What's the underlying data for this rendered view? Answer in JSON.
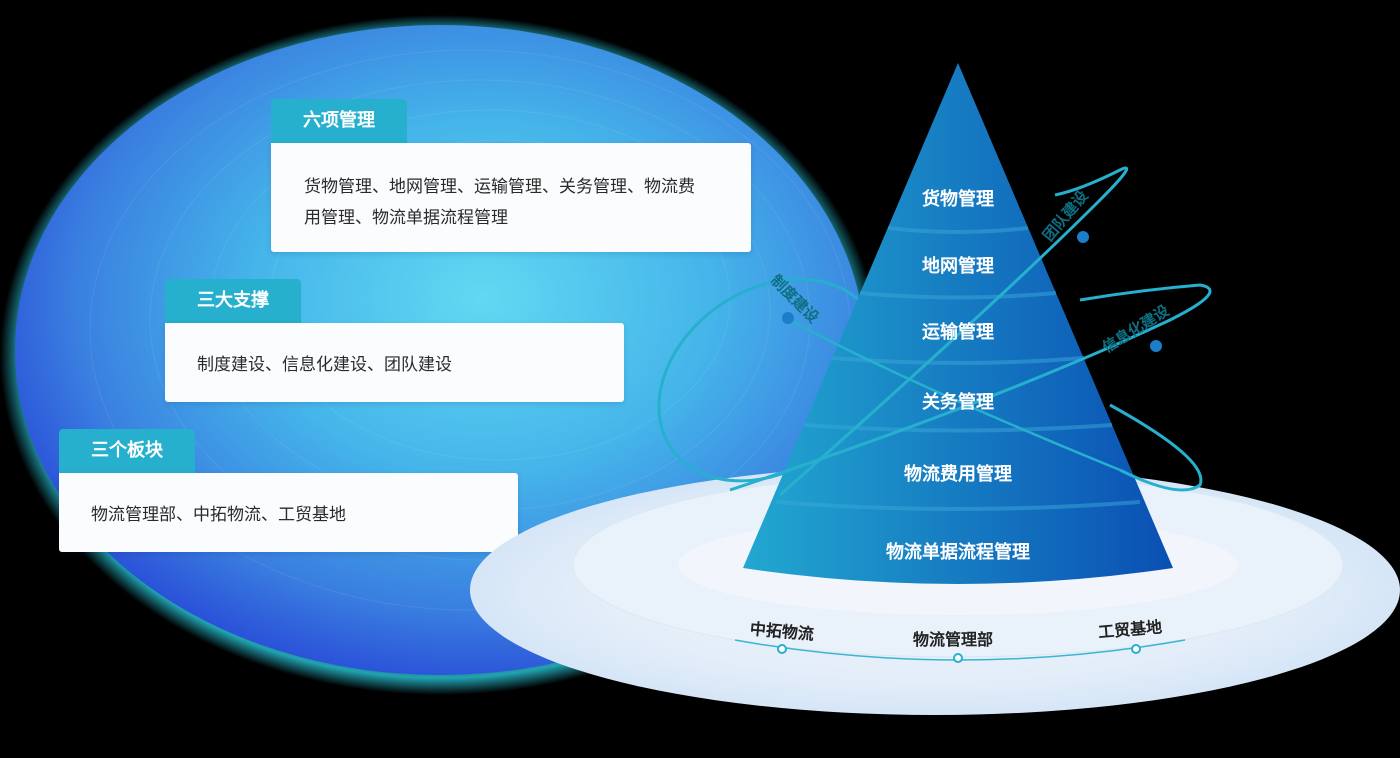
{
  "cards": [
    {
      "tag": "六项管理",
      "text_line1": "货物管理、地网管理、运输管理、关务管理、物流费",
      "text_line2": "用管理、物流单据流程管理"
    },
    {
      "tag": "三大支撑",
      "text": "制度建设、信息化建设、团队建设"
    },
    {
      "tag": "三个板块",
      "text": "物流管理部、中拓物流、工贸基地"
    }
  ],
  "pyramid": {
    "levels": [
      "货物管理",
      "地网管理",
      "运输管理",
      "关务管理",
      "物流费用管理",
      "物流单据流程管理"
    ]
  },
  "orbits": {
    "left": "制度建设",
    "top_right": "团队建设",
    "right": "信息化建设"
  },
  "base": {
    "labels": [
      "中拓物流",
      "物流管理部",
      "工贸基地"
    ]
  },
  "colors": {
    "tab": "#26b0ce",
    "pyramid_top": "#1a8cc8",
    "pyramid_bottom": "#0a4fb0",
    "orbit": "#26b0ce",
    "background": "#000000"
  }
}
